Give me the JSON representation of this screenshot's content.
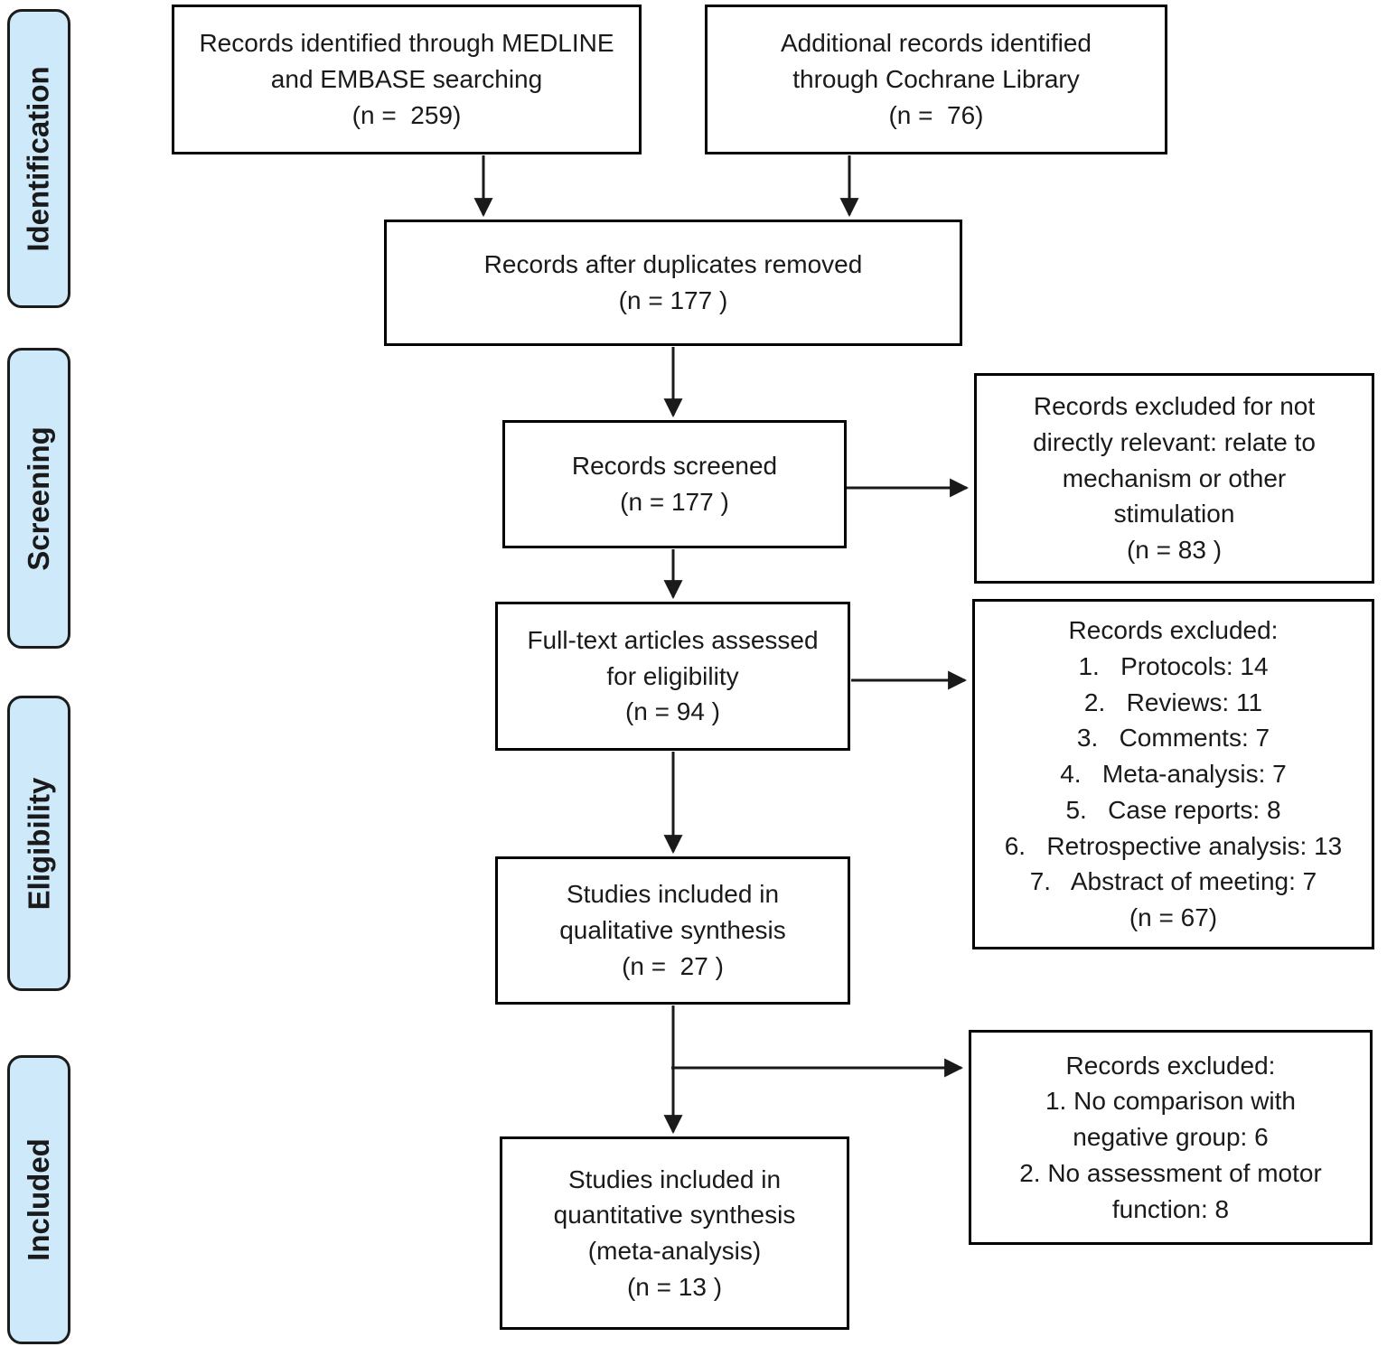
{
  "stages": {
    "identification": "Identification",
    "screening": "Screening",
    "eligibility": "Eligibility",
    "included": "Included"
  },
  "boxes": {
    "medline": {
      "lines": [
        "Records identified through MEDLINE",
        "and EMBASE searching",
        "(n =  259)"
      ]
    },
    "cochrane": {
      "lines": [
        "Additional records identified",
        "through Cochrane Library",
        "(n =  76)"
      ]
    },
    "duplicates": {
      "lines": [
        "Records after duplicates removed",
        "(n = 177 )"
      ]
    },
    "screened": {
      "lines": [
        "Records screened",
        "(n = 177 )"
      ]
    },
    "fulltext": {
      "lines": [
        "Full-text articles assessed",
        "for eligibility",
        "(n = 94 )"
      ]
    },
    "qualitative": {
      "lines": [
        "Studies included in",
        "qualitative synthesis",
        "(n =  27 )"
      ]
    },
    "quantitative": {
      "lines": [
        "Studies included in",
        "quantitative synthesis",
        "(meta-analysis)",
        "(n = 13 )"
      ]
    },
    "excluded_screening": {
      "lines": [
        "Records excluded for not",
        "directly relevant: relate to",
        "mechanism or other",
        "stimulation",
        "(n = 83 )"
      ]
    },
    "excluded_fulltext": {
      "lines": [
        "Records excluded:",
        "1.   Protocols: 14",
        "2.   Reviews: 11",
        "3.   Comments: 7",
        "4.   Meta-analysis: 7",
        "5.   Case reports: 8",
        "6.   Retrospective analysis: 13",
        "7.   Abstract of meeting: 7",
        "(n = 67)"
      ]
    },
    "excluded_quantitative": {
      "lines": [
        "Records excluded:",
        "1. No comparison with",
        "negative group: 6",
        "2. No assessment of motor",
        "function: 8"
      ]
    }
  },
  "colors": {
    "stage_fill": "#cde9fa",
    "stage_border": "#1c1c1c",
    "box_border": "#000000",
    "box_fill": "#ffffff",
    "arrow": "#1a1a1a",
    "text": "#1a1a1a"
  }
}
